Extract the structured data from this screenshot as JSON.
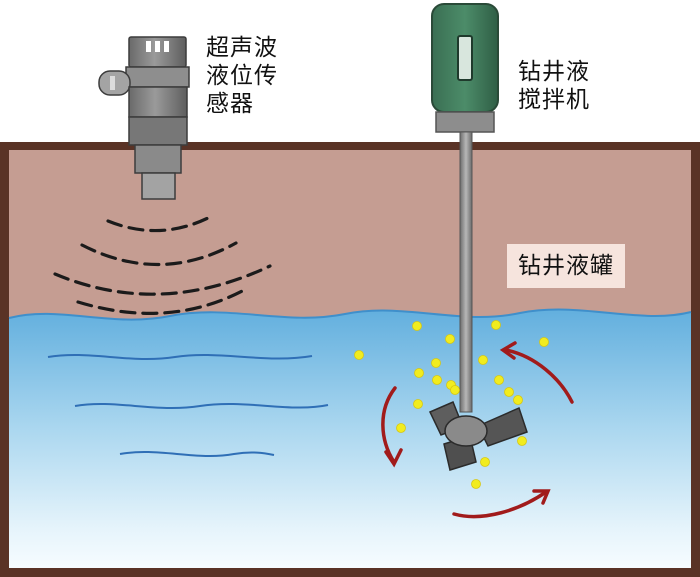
{
  "labels": {
    "sensor": [
      "超声波",
      "液位传",
      "感器"
    ],
    "mixer": [
      "钻井液",
      "搅拌机"
    ],
    "tank": "钻井液罐"
  },
  "colors": {
    "mud": "#c49c91",
    "tank_wall": "#5a3326",
    "water_top": "#6db6e0",
    "water_bottom": "#f4fbfe",
    "sensor_body": "#7b7b7b",
    "motor": "#3f7a5b",
    "arrows": "#b01e1e",
    "bubbles": "#f3ee23"
  },
  "icons": {
    "sensor": "ultrasonic-level-sensor-icon",
    "mixer": "mud-agitator-icon",
    "waves": "ultrasonic-wave-icon",
    "rotation": "rotation-arrow-icon",
    "bubbles": "bubble-icon"
  }
}
